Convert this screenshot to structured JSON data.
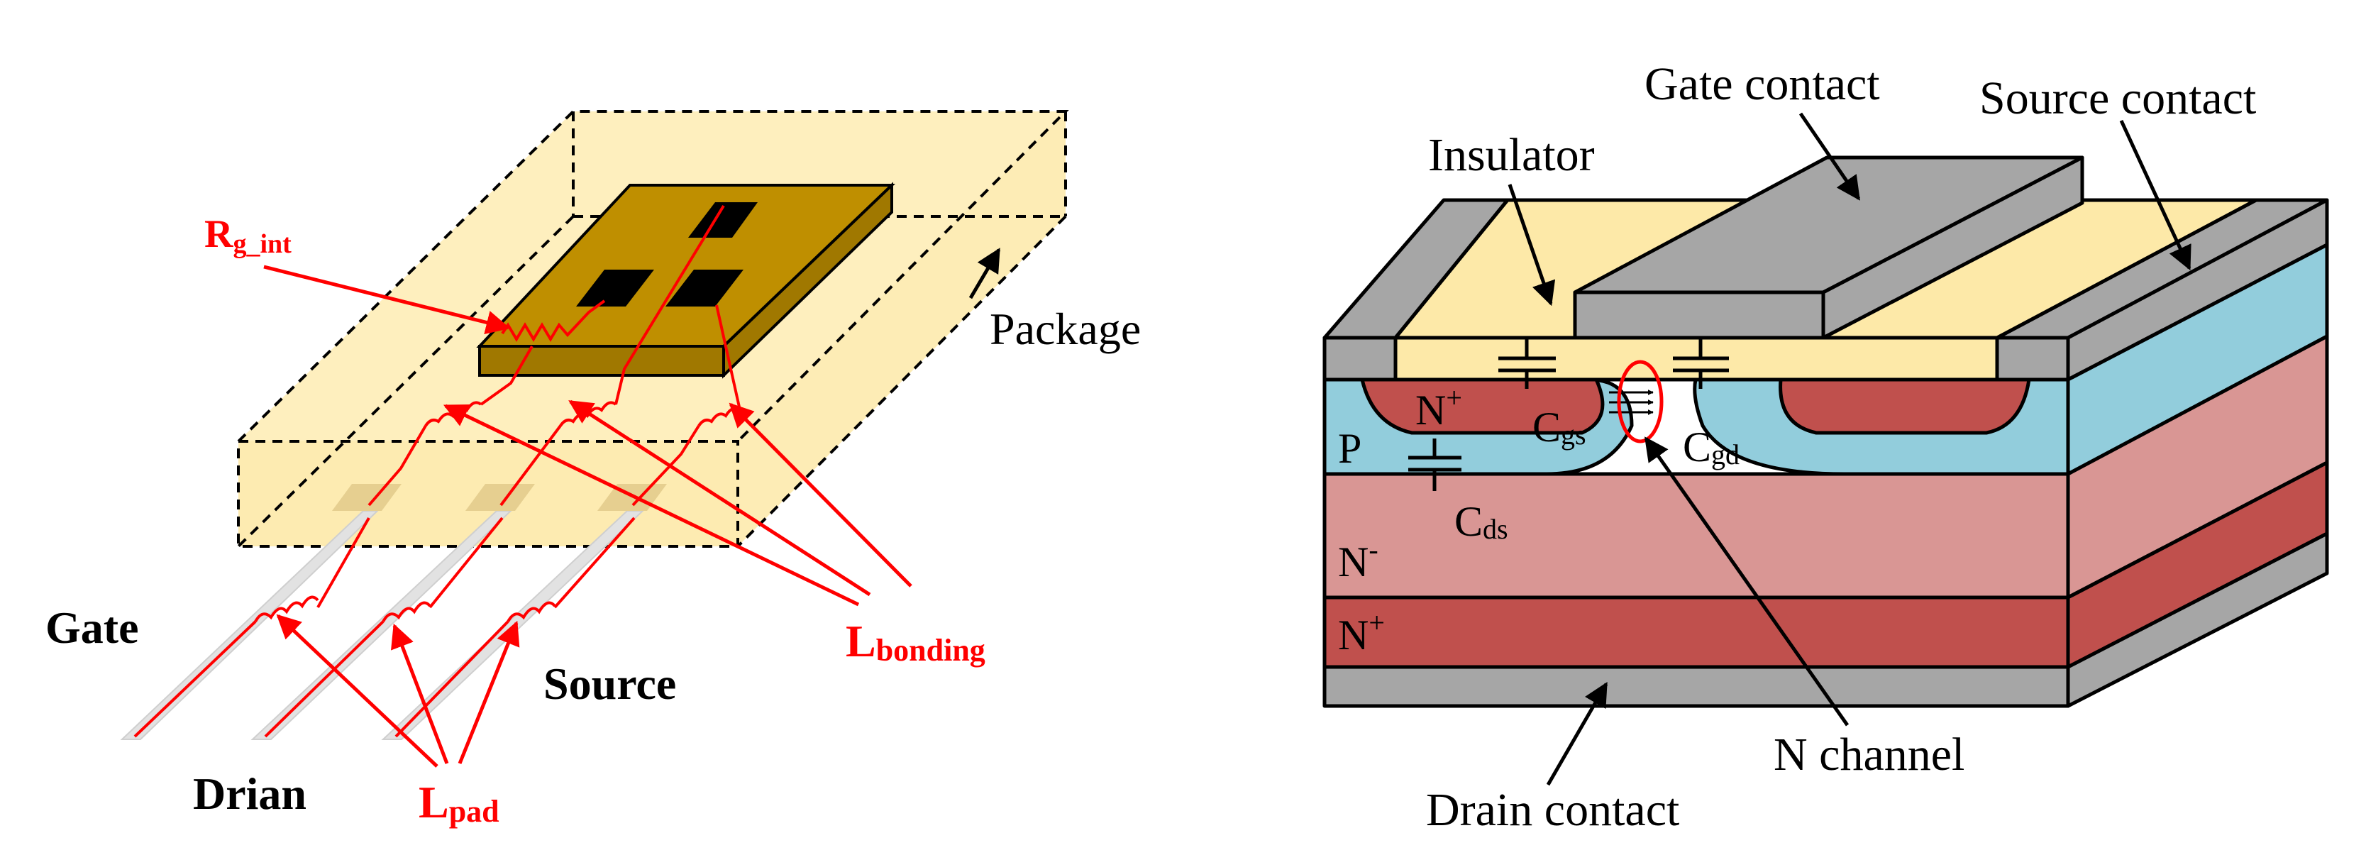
{
  "colors": {
    "package_fill": "#fde9a8",
    "die_fill": "#bf8f00",
    "pad_fill": "#000000",
    "lead_fill": "#e2e2e2",
    "lead_pad": "#e6cf90",
    "red": "#ff0000",
    "metal_gray": "#a6a6a6",
    "insulator": "#fde9a8",
    "p_region": "#92cddc",
    "n_minus": "#d99694",
    "n_plus": "#c0504d"
  },
  "left_diagram": {
    "labels": {
      "rg_main": "R",
      "rg_sub": "g_int",
      "package": "Package",
      "gate": "Gate",
      "source": "Source",
      "drian": "Drian",
      "lbonding_main": "L",
      "lbonding_sub": "bonding",
      "lpad_main": "L",
      "lpad_sub": "pad"
    }
  },
  "right_diagram": {
    "labels": {
      "gate_contact": "Gate contact",
      "source_contact": "Source contact",
      "insulator": "Insulator",
      "n_plus_top": "N",
      "n_plus_top_sup": "+",
      "cgs_main": "C",
      "cgs_sub": "gs",
      "cgd_main": "C",
      "cgd_sub": "gd",
      "p": "P",
      "cds_main": "C",
      "cds_sub": "ds",
      "n_minus": "N",
      "n_minus_sup": "-",
      "n_plus_bottom": "N",
      "n_plus_bottom_sup": "+",
      "n_channel": "N channel",
      "drain_contact": "Drain contact"
    }
  }
}
